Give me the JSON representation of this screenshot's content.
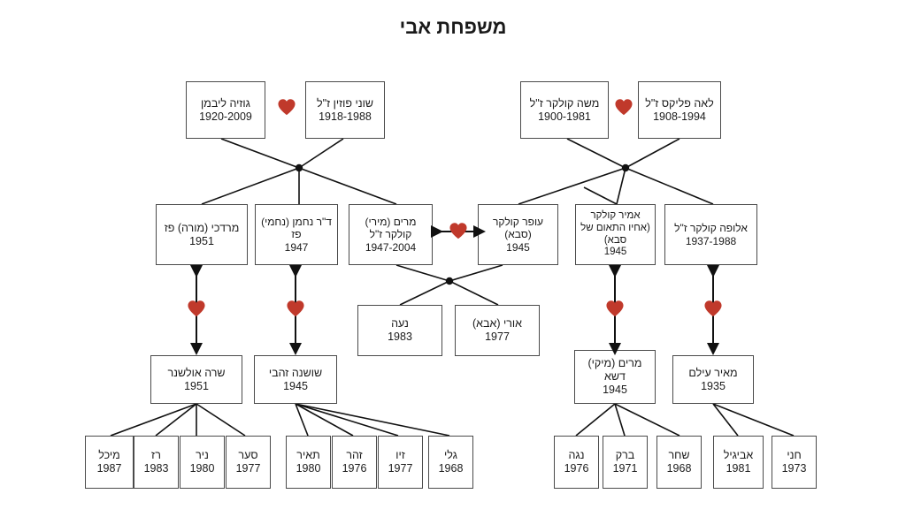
{
  "page": {
    "title": "משפחת אבי",
    "heart_color": "#c0392b",
    "line_color": "#111111",
    "box_border_color": "#4a4a4a",
    "background": "#ffffff"
  },
  "people": {
    "gozia_libman": {
      "name": "גוזיה ליבמן",
      "years": "1920-2009"
    },
    "shoni_pozin": {
      "name": "שוני פוזין ז\"ל",
      "years": "1918-1988"
    },
    "moshe_kolker": {
      "name": "משה קולקר ז\"ל",
      "years": "1900-1981"
    },
    "lea_felix": {
      "name": "לאה פליקס ז\"ל",
      "years": "1908-1994"
    },
    "mordechai_paz": {
      "name": "מרדכי (מורה) פז",
      "years": "1951"
    },
    "nachman_paz": {
      "name": "ד\"ר נחמן (נחמי) פז",
      "years": "1947"
    },
    "miriam_kolker": {
      "name": "מרים (מירי) קולקר ז\"ל",
      "years": "1947-2004"
    },
    "ofer_kolker": {
      "name": "עופר קולקר (סבא)",
      "years": "1945"
    },
    "amir_kolker": {
      "name": "אמיר קולקר (אחיו התאום של סבא)",
      "years": "1945"
    },
    "alufa_kolker": {
      "name": "אלופה קולקר ז\"ל",
      "years": "1937-1988"
    },
    "noa": {
      "name": "נעה",
      "years": "1983"
    },
    "uri": {
      "name": "אורי (אבא)",
      "years": "1977"
    },
    "sara_olshner": {
      "name": "שרה אולשנר",
      "years": "1951"
    },
    "shoshana_zahavi": {
      "name": "שושנה זהבי",
      "years": "1945"
    },
    "miriam_deshe": {
      "name": "מרים (מיקי) דשא",
      "years": "1945"
    },
    "meir_eilam": {
      "name": "מאיר עילם",
      "years": "1935"
    },
    "michal": {
      "name": "מיכל",
      "years": "1987"
    },
    "raz": {
      "name": "רז",
      "years": "1983"
    },
    "nir": {
      "name": "ניר",
      "years": "1980"
    },
    "saar": {
      "name": "סער",
      "years": "1977"
    },
    "tair": {
      "name": "תאיר",
      "years": "1980"
    },
    "zohar": {
      "name": "זהר",
      "years": "1976"
    },
    "ziv": {
      "name": "זיו",
      "years": "1977"
    },
    "gali": {
      "name": "גלי",
      "years": "1968"
    },
    "noga": {
      "name": "נגה",
      "years": "1976"
    },
    "barak": {
      "name": "ברק",
      "years": "1971"
    },
    "shachar": {
      "name": "שחר",
      "years": "1968"
    },
    "avigail": {
      "name": "אביגיל",
      "years": "1981"
    },
    "chani": {
      "name": "חני",
      "years": "1973"
    }
  },
  "icons": {
    "heart": "heart-icon",
    "marriage_arrow": "double-arrow-icon"
  }
}
